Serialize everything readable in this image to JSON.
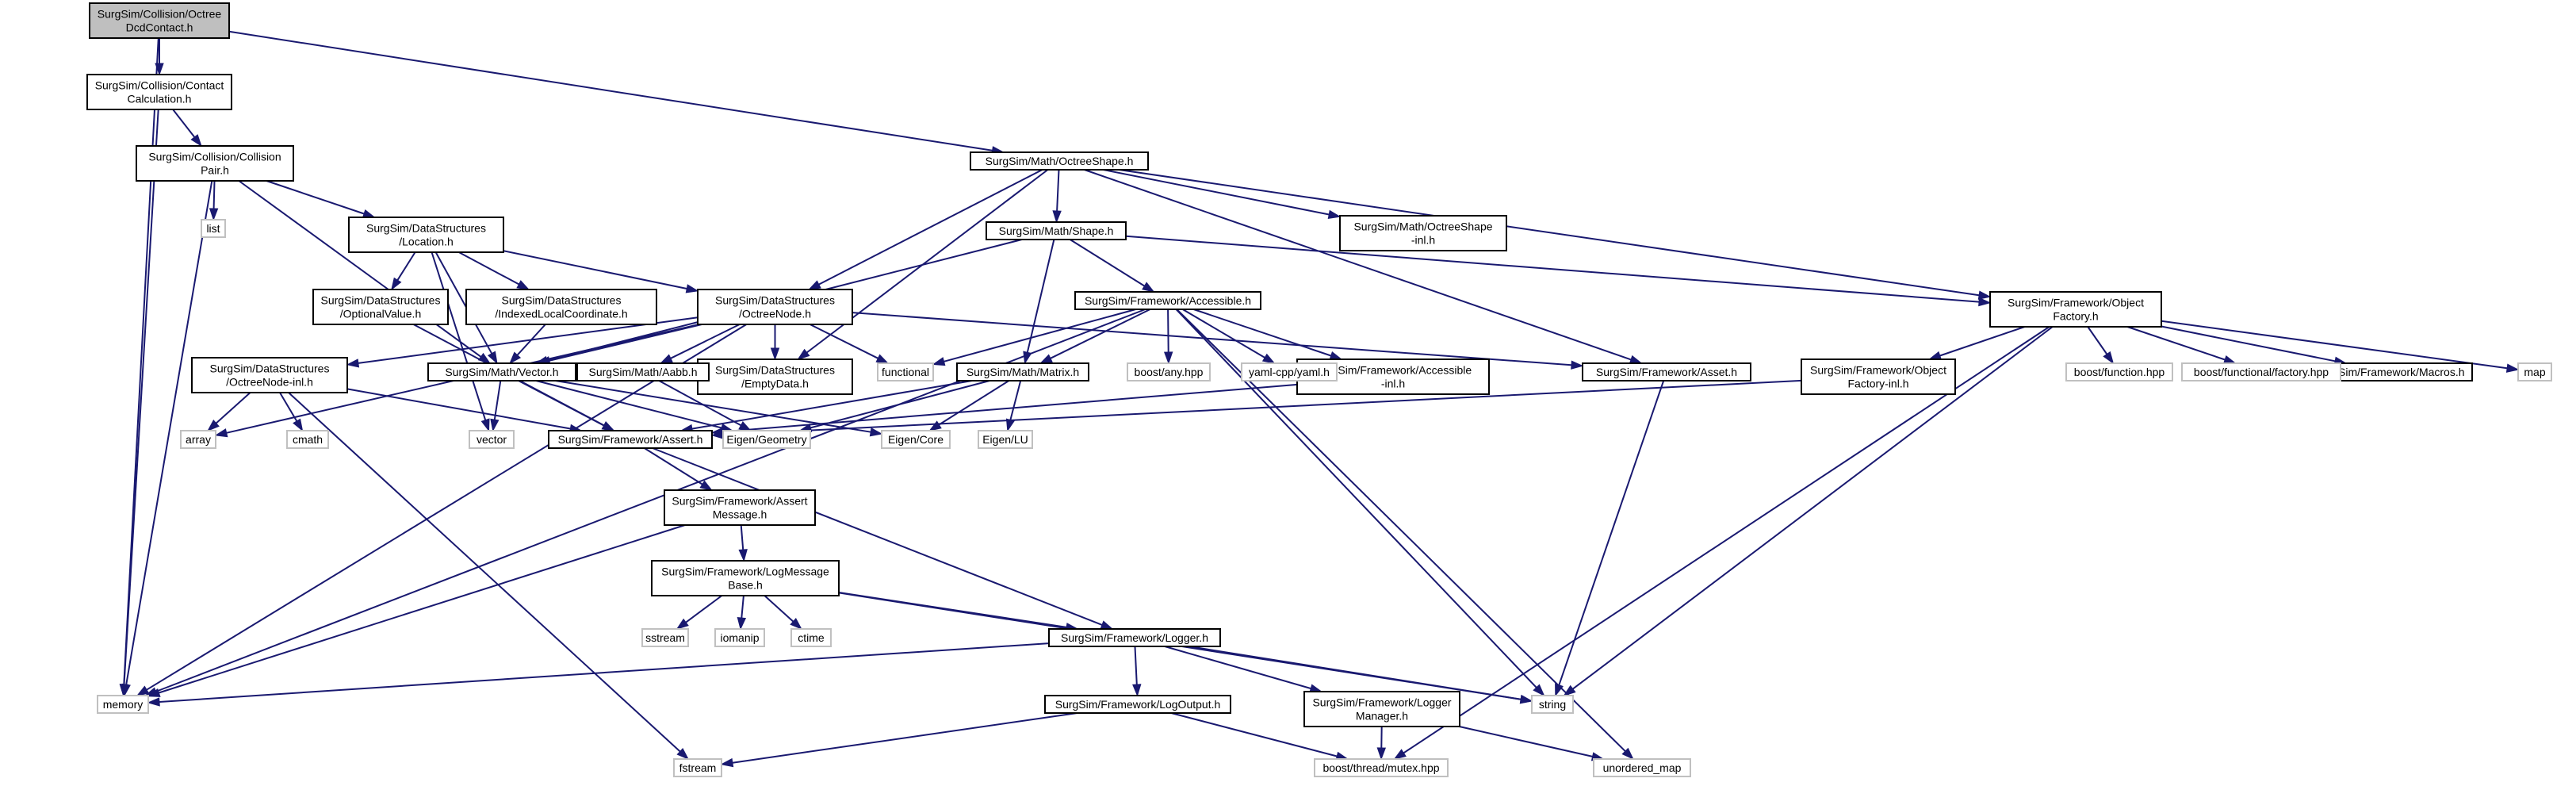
{
  "colors": {
    "edge": "#191970",
    "user_border": "#000000",
    "system_border": "#c0c0c0",
    "root_fill": "#bfbfbf"
  },
  "nodes": [
    {
      "id": "root",
      "lines": [
        "SurgSim/Collision/Octree",
        "DcdContact.h"
      ],
      "kind": "root"
    },
    {
      "id": "contactcalc",
      "lines": [
        "SurgSim/Collision/Contact",
        "Calculation.h"
      ],
      "kind": "user"
    },
    {
      "id": "collpair",
      "lines": [
        "SurgSim/Collision/Collision",
        "Pair.h"
      ],
      "kind": "user"
    },
    {
      "id": "list",
      "lines": [
        "list"
      ],
      "kind": "sys"
    },
    {
      "id": "location",
      "lines": [
        "SurgSim/DataStructures",
        "/Location.h"
      ],
      "kind": "user"
    },
    {
      "id": "optval",
      "lines": [
        "SurgSim/DataStructures",
        "/OptionalValue.h"
      ],
      "kind": "user"
    },
    {
      "id": "idxlocal",
      "lines": [
        "SurgSim/DataStructures",
        "/IndexedLocalCoordinate.h"
      ],
      "kind": "user"
    },
    {
      "id": "octreenode",
      "lines": [
        "SurgSim/DataStructures",
        "/OctreeNode.h"
      ],
      "kind": "user"
    },
    {
      "id": "octreeinl",
      "lines": [
        "SurgSim/DataStructures",
        "/OctreeNode-inl.h"
      ],
      "kind": "user"
    },
    {
      "id": "emptydata",
      "lines": [
        "SurgSim/DataStructures",
        "/EmptyData.h"
      ],
      "kind": "user"
    },
    {
      "id": "octreeshape",
      "lines": [
        "SurgSim/Math/OctreeShape.h"
      ],
      "kind": "user"
    },
    {
      "id": "octreeshapeinl",
      "lines": [
        "SurgSim/Math/OctreeShape",
        "-inl.h"
      ],
      "kind": "user"
    },
    {
      "id": "shape",
      "lines": [
        "SurgSim/Math/Shape.h"
      ],
      "kind": "user"
    },
    {
      "id": "accessible",
      "lines": [
        "SurgSim/Framework/Accessible.h"
      ],
      "kind": "user"
    },
    {
      "id": "accessibleinl",
      "lines": [
        "SurgSim/Framework/Accessible",
        "-inl.h"
      ],
      "kind": "user"
    },
    {
      "id": "objfactory",
      "lines": [
        "SurgSim/Framework/Object",
        "Factory.h"
      ],
      "kind": "user"
    },
    {
      "id": "objfactoryinl",
      "lines": [
        "SurgSim/Framework/Object",
        "Factory-inl.h"
      ],
      "kind": "user"
    },
    {
      "id": "assetsh",
      "lines": [
        "SurgSim/Framework/Asset.h"
      ],
      "kind": "user"
    },
    {
      "id": "macros",
      "lines": [
        "SurgSim/Framework/Macros.h"
      ],
      "kind": "user"
    },
    {
      "id": "vector_h",
      "lines": [
        "SurgSim/Math/Vector.h"
      ],
      "kind": "user"
    },
    {
      "id": "aabb",
      "lines": [
        "SurgSim/Math/Aabb.h"
      ],
      "kind": "user"
    },
    {
      "id": "matrix",
      "lines": [
        "SurgSim/Math/Matrix.h"
      ],
      "kind": "user"
    },
    {
      "id": "asserth",
      "lines": [
        "SurgSim/Framework/Assert.h"
      ],
      "kind": "user"
    },
    {
      "id": "assertmsg",
      "lines": [
        "SurgSim/Framework/Assert",
        "Message.h"
      ],
      "kind": "user"
    },
    {
      "id": "logmsgbase",
      "lines": [
        "SurgSim/Framework/LogMessage",
        "Base.h"
      ],
      "kind": "user"
    },
    {
      "id": "logger",
      "lines": [
        "SurgSim/Framework/Logger.h"
      ],
      "kind": "user"
    },
    {
      "id": "logoutput",
      "lines": [
        "SurgSim/Framework/LogOutput.h"
      ],
      "kind": "user"
    },
    {
      "id": "loggermgr",
      "lines": [
        "SurgSim/Framework/Logger",
        "Manager.h"
      ],
      "kind": "user"
    },
    {
      "id": "memory",
      "lines": [
        "memory"
      ],
      "kind": "sys"
    },
    {
      "id": "array",
      "lines": [
        "array"
      ],
      "kind": "sys"
    },
    {
      "id": "cmath",
      "lines": [
        "cmath"
      ],
      "kind": "sys"
    },
    {
      "id": "vector",
      "lines": [
        "vector"
      ],
      "kind": "sys"
    },
    {
      "id": "functional",
      "lines": [
        "functional"
      ],
      "kind": "sys"
    },
    {
      "id": "eigengeom",
      "lines": [
        "Eigen/Geometry"
      ],
      "kind": "sys"
    },
    {
      "id": "eigencore",
      "lines": [
        "Eigen/Core"
      ],
      "kind": "sys"
    },
    {
      "id": "eigenlu",
      "lines": [
        "Eigen/LU"
      ],
      "kind": "sys"
    },
    {
      "id": "boostany",
      "lines": [
        "boost/any.hpp"
      ],
      "kind": "sys"
    },
    {
      "id": "yaml",
      "lines": [
        "yaml-cpp/yaml.h"
      ],
      "kind": "sys"
    },
    {
      "id": "boostfunc",
      "lines": [
        "boost/function.hpp"
      ],
      "kind": "sys"
    },
    {
      "id": "boostfactory",
      "lines": [
        "boost/functional/factory.hpp"
      ],
      "kind": "sys"
    },
    {
      "id": "map",
      "lines": [
        "map"
      ],
      "kind": "sys"
    },
    {
      "id": "string",
      "lines": [
        "string"
      ],
      "kind": "sys"
    },
    {
      "id": "sstream",
      "lines": [
        "sstream"
      ],
      "kind": "sys"
    },
    {
      "id": "iomanip",
      "lines": [
        "iomanip"
      ],
      "kind": "sys"
    },
    {
      "id": "ctime",
      "lines": [
        "ctime"
      ],
      "kind": "sys"
    },
    {
      "id": "fstream",
      "lines": [
        "fstream"
      ],
      "kind": "sys"
    },
    {
      "id": "mutex",
      "lines": [
        "boost/thread/mutex.hpp"
      ],
      "kind": "sys"
    },
    {
      "id": "unorderedmap",
      "lines": [
        "unordered_map"
      ],
      "kind": "sys"
    }
  ],
  "edges": [
    [
      "root",
      "memory"
    ],
    [
      "root",
      "contactcalc"
    ],
    [
      "root",
      "octreeshape"
    ],
    [
      "contactcalc",
      "collpair"
    ],
    [
      "contactcalc",
      "memory"
    ],
    [
      "collpair",
      "list"
    ],
    [
      "collpair",
      "memory"
    ],
    [
      "collpair",
      "location"
    ],
    [
      "collpair",
      "vector_h"
    ],
    [
      "location",
      "optval"
    ],
    [
      "location",
      "idxlocal"
    ],
    [
      "location",
      "octreenode"
    ],
    [
      "location",
      "vector_h"
    ],
    [
      "location",
      "vector"
    ],
    [
      "optval",
      "asserth"
    ],
    [
      "idxlocal",
      "vector_h"
    ],
    [
      "octreenode",
      "memory"
    ],
    [
      "octreenode",
      "array"
    ],
    [
      "octreenode",
      "octreeinl"
    ],
    [
      "octreenode",
      "vector_h"
    ],
    [
      "octreenode",
      "aabb"
    ],
    [
      "octreenode",
      "emptydata"
    ],
    [
      "octreenode",
      "functional"
    ],
    [
      "octreenode",
      "assetsh"
    ],
    [
      "octreeinl",
      "array"
    ],
    [
      "octreeinl",
      "cmath"
    ],
    [
      "octreeinl",
      "asserth"
    ],
    [
      "octreeinl",
      "fstream"
    ],
    [
      "octreeshape",
      "octreenode"
    ],
    [
      "octreeshape",
      "emptydata"
    ],
    [
      "octreeshape",
      "shape"
    ],
    [
      "octreeshape",
      "octreeshapeinl"
    ],
    [
      "octreeshape",
      "assetsh"
    ],
    [
      "octreeshape",
      "objfactory"
    ],
    [
      "shape",
      "vector_h"
    ],
    [
      "shape",
      "matrix"
    ],
    [
      "shape",
      "accessible"
    ],
    [
      "shape",
      "objfactory"
    ],
    [
      "accessible",
      "functional"
    ],
    [
      "accessible",
      "memory"
    ],
    [
      "accessible",
      "matrix"
    ],
    [
      "accessible",
      "boostany"
    ],
    [
      "accessible",
      "yaml"
    ],
    [
      "accessible",
      "accessibleinl"
    ],
    [
      "accessible",
      "string"
    ],
    [
      "accessible",
      "unorderedmap"
    ],
    [
      "accessibleinl",
      "asserth"
    ],
    [
      "objfactory",
      "objfactoryinl"
    ],
    [
      "objfactory",
      "boostfunc"
    ],
    [
      "objfactory",
      "boostfactory"
    ],
    [
      "objfactory",
      "macros"
    ],
    [
      "objfactory",
      "map"
    ],
    [
      "objfactory",
      "string"
    ],
    [
      "objfactory",
      "mutex"
    ],
    [
      "objfactoryinl",
      "asserth"
    ],
    [
      "assetsh",
      "string"
    ],
    [
      "vector_h",
      "vector"
    ],
    [
      "vector_h",
      "eigencore"
    ],
    [
      "vector_h",
      "eigengeom"
    ],
    [
      "vector_h",
      "asserth"
    ],
    [
      "aabb",
      "eigengeom"
    ],
    [
      "matrix",
      "eigencore"
    ],
    [
      "matrix",
      "eigengeom"
    ],
    [
      "matrix",
      "eigenlu"
    ],
    [
      "matrix",
      "asserth"
    ],
    [
      "asserth",
      "assertmsg"
    ],
    [
      "asserth",
      "logger"
    ],
    [
      "assertmsg",
      "logmsgbase"
    ],
    [
      "assertmsg",
      "memory"
    ],
    [
      "logmsgbase",
      "sstream"
    ],
    [
      "logmsgbase",
      "iomanip"
    ],
    [
      "logmsgbase",
      "ctime"
    ],
    [
      "logmsgbase",
      "logger"
    ],
    [
      "logmsgbase",
      "string"
    ],
    [
      "logger",
      "memory"
    ],
    [
      "logger",
      "string"
    ],
    [
      "logger",
      "logoutput"
    ],
    [
      "logger",
      "loggermgr"
    ],
    [
      "logoutput",
      "fstream"
    ],
    [
      "logoutput",
      "mutex"
    ],
    [
      "loggermgr",
      "mutex"
    ],
    [
      "loggermgr",
      "unorderedmap"
    ]
  ]
}
